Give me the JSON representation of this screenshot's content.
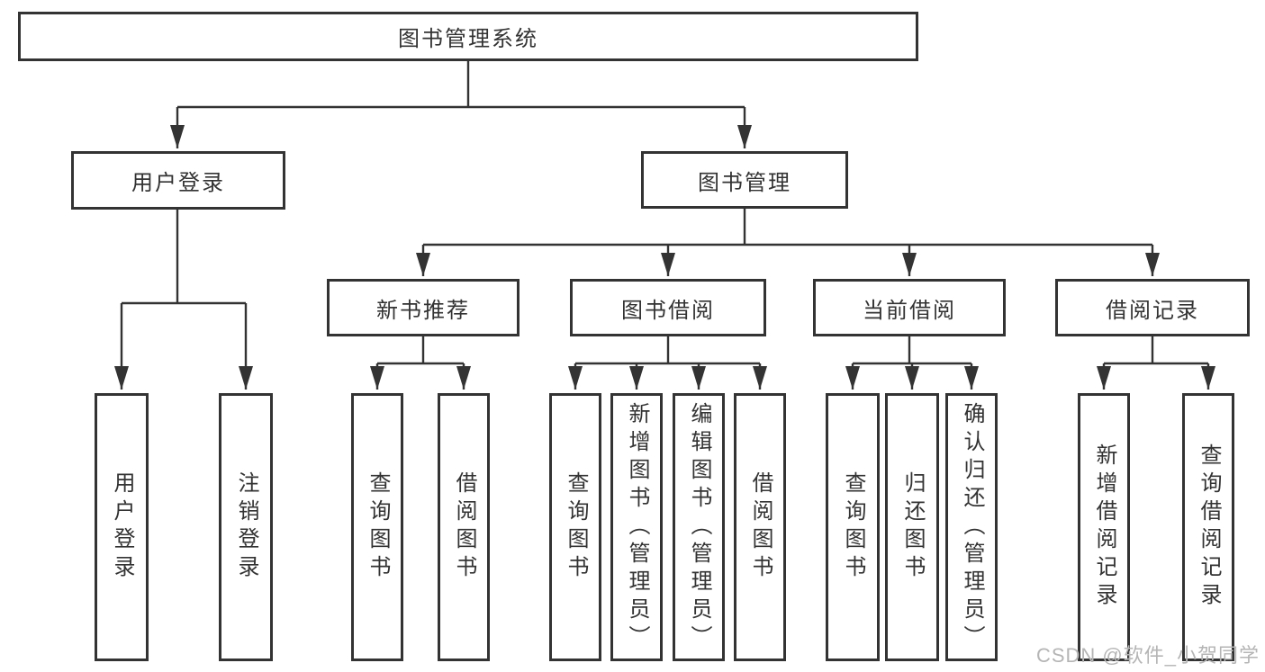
{
  "tree": {
    "root": {
      "label": "图书管理系统"
    },
    "branches": [
      {
        "label": "用户登录",
        "children": [
          {
            "label": "用户登录"
          },
          {
            "label": "注销登录"
          }
        ]
      },
      {
        "label": "图书管理",
        "children": [
          {
            "label": "新书推荐",
            "children": [
              {
                "label": "查询图书"
              },
              {
                "label": "借阅图书"
              }
            ]
          },
          {
            "label": "图书借阅",
            "children": [
              {
                "label": "查询图书"
              },
              {
                "label": "新增图书（管理员）"
              },
              {
                "label": "编辑图书（管理员）"
              },
              {
                "label": "借阅图书"
              }
            ]
          },
          {
            "label": "当前借阅",
            "children": [
              {
                "label": "查询图书"
              },
              {
                "label": "归还图书"
              },
              {
                "label": "确认归还（管理员）"
              }
            ]
          },
          {
            "label": "借阅记录",
            "children": [
              {
                "label": "新增借阅记录"
              },
              {
                "label": "查询借阅记录"
              }
            ]
          }
        ]
      }
    ]
  },
  "watermark": {
    "text": "CSDN @软件_小贺同学"
  },
  "colors": {
    "line": "#333333",
    "text": "#333333",
    "box_background": "#ffffff",
    "watermark": "#b5b5b5"
  }
}
